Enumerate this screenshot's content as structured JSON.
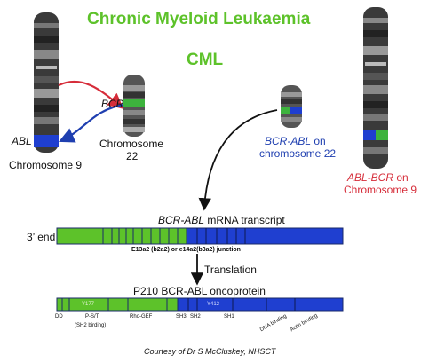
{
  "title": "Chronic Myeloid Leukaemia",
  "subtitle": "CML",
  "chromosome9": {
    "gene_label": "ABL",
    "name_line": "Chromosome 9"
  },
  "chromosome22": {
    "gene_label": "BCR",
    "name_line1": "Chromosome",
    "name_line2": "22"
  },
  "bcr_abl_chr22": {
    "gene": "BCR-ABL",
    "on": " on",
    "name": "chromosome 22"
  },
  "abl_bcr_chr9": {
    "gene": "ABL-BCR",
    "on": " on",
    "name": "Chromosome 9"
  },
  "transcript": {
    "end_label": "3’ end",
    "gene": "BCR-ABL",
    "title_rest": " mRNA transcript",
    "junction_label": "E13a2 (b2a2) or e14a2(b3a2) junction"
  },
  "translation_label": "Translation",
  "protein": {
    "title": "P210 BCR-ABL oncoprotein",
    "domains": {
      "y177": "Y177",
      "y412": "Y412",
      "dd": "DD",
      "ps_t": "P-S/T",
      "sh2_binding": "(SH2 birding)",
      "rho_gef": "Rho-GEF",
      "sh3": "SH3",
      "sh2": "SH2",
      "sh1": "SH1",
      "dna_binding": "DNA binding",
      "actin_binding": "Actin binding"
    }
  },
  "credit": "Courtesy of Dr S McCluskey, NHSCT",
  "colors": {
    "green": "#5dc22a",
    "blue": "#1f3fd0",
    "red": "#d62d3a",
    "dark_navy": "#1a2a6a"
  }
}
